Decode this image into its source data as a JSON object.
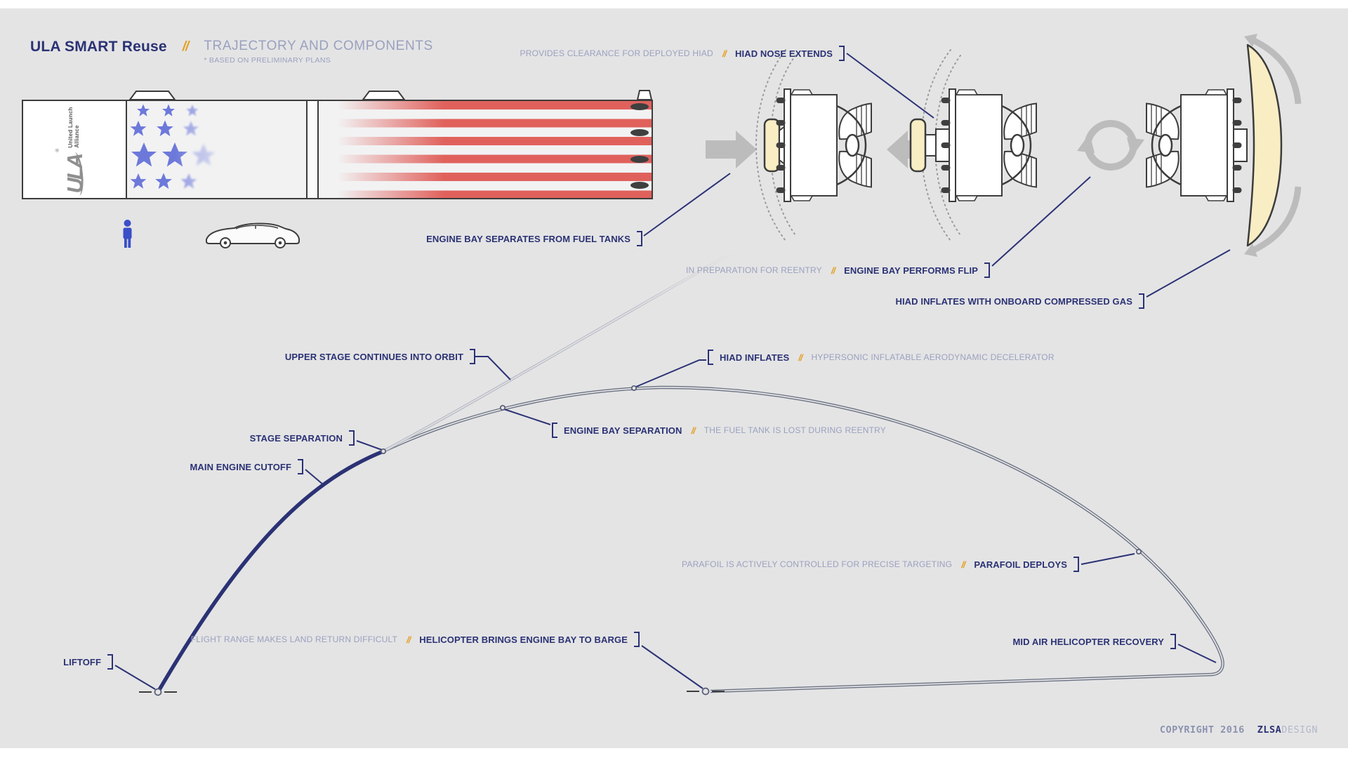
{
  "colors": {
    "background": "#e4e4e5",
    "navy": "#2b3274",
    "gold": "#e3a020",
    "muted_blue_gray": "#9aa1be",
    "outline": "#3c3c3c",
    "red_stripe": "#e0615c",
    "star_blue": "#6d79da",
    "hiad_cream": "#f9edc4",
    "gray_arrow": "#bcbcbd"
  },
  "header": {
    "brand": "ULA SMART Reuse",
    "separator": "//",
    "title": "TRAJECTORY AND COMPONENTS",
    "subtitle": "* BASED ON PRELIMINARY PLANS"
  },
  "rocket": {
    "logo": "ULA",
    "logo_registered": "®",
    "logo_subtext": "United Launch Alliance"
  },
  "callouts": {
    "hiad_nose": {
      "note": "PROVIDES CLEARANCE FOR DEPLOYED HIAD",
      "separator": "//",
      "label": "HIAD NOSE EXTENDS"
    },
    "engine_bay_separates": {
      "label": "ENGINE BAY SEPARATES FROM FUEL TANKS"
    },
    "engine_bay_flip": {
      "note": "IN PREPARATION FOR REENTRY",
      "separator": "//",
      "label": "ENGINE BAY PERFORMS FLIP"
    },
    "hiad_inflates_gas": {
      "label": "HIAD INFLATES WITH ONBOARD COMPRESSED GAS"
    },
    "upper_stage": {
      "label": "UPPER STAGE CONTINUES INTO ORBIT"
    },
    "hiad_inflates": {
      "label": "HIAD INFLATES",
      "separator": "//",
      "note": "HYPERSONIC INFLATABLE AERODYNAMIC DECELERATOR"
    },
    "engine_bay_separation": {
      "label": "ENGINE BAY SEPARATION",
      "separator": "//",
      "note": "THE FUEL TANK IS LOST DURING REENTRY"
    },
    "stage_separation": {
      "label": "STAGE SEPARATION"
    },
    "main_engine_cutoff": {
      "label": "MAIN ENGINE CUTOFF"
    },
    "parafoil": {
      "note": "PARAFOIL IS ACTIVELY CONTROLLED FOR PRECISE TARGETING",
      "separator": "//",
      "label": "PARAFOIL DEPLOYS"
    },
    "recovery": {
      "label": "MID AIR HELICOPTER RECOVERY"
    },
    "barge": {
      "note": "FLIGHT RANGE MAKES LAND RETURN DIFFICULT",
      "separator": "//",
      "label": "HELICOPTER BRINGS ENGINE BAY TO BARGE"
    },
    "liftoff": {
      "label": "LIFTOFF"
    }
  },
  "footer": {
    "copyright": "COPYRIGHT 2016",
    "brand": "ZLSA",
    "brand_suffix": "DESIGN"
  }
}
